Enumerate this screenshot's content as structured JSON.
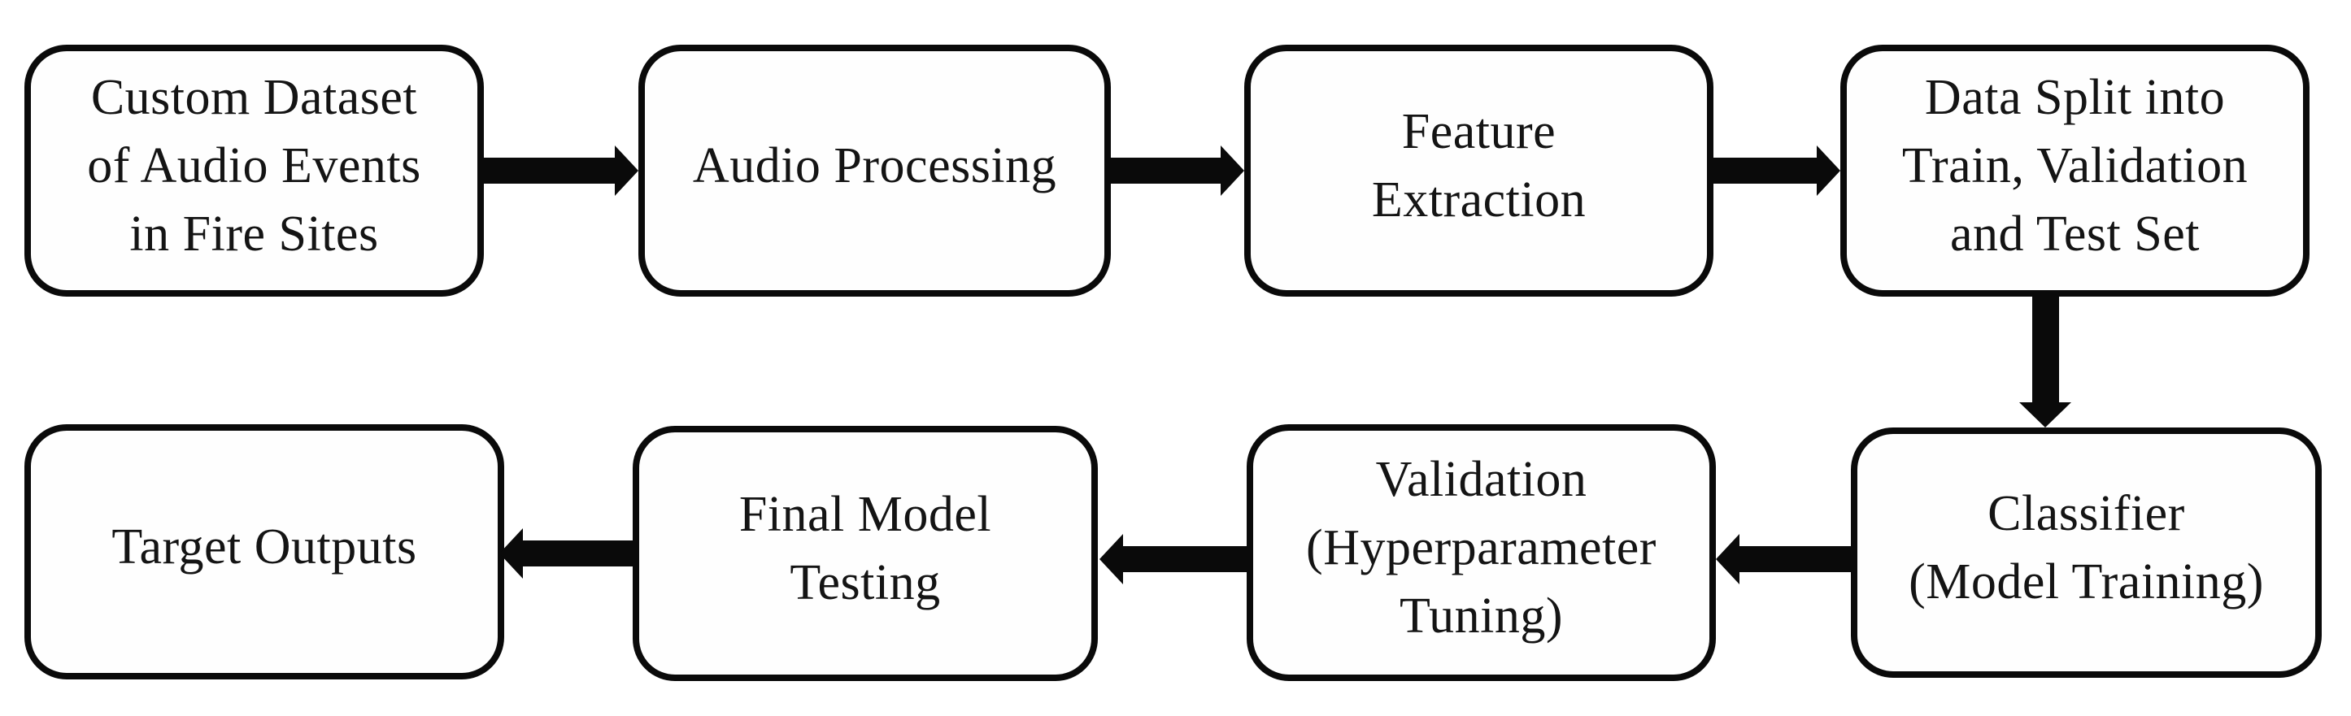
{
  "diagram": {
    "type": "flowchart",
    "colors": {
      "stroke": "#0a0a0a",
      "node_fill": "#fefefe",
      "text": "#141414",
      "background": "#ffffff"
    },
    "nodes": [
      {
        "id": "custom-dataset",
        "label": "Custom Dataset\nof Audio Events\nin Fire Sites"
      },
      {
        "id": "audio-processing",
        "label": "Audio Processing"
      },
      {
        "id": "feature-extraction",
        "label": "Feature\nExtraction"
      },
      {
        "id": "data-split",
        "label": "Data Split into\nTrain, Validation\nand Test Set"
      },
      {
        "id": "classifier",
        "label": "Classifier\n(Model Training)"
      },
      {
        "id": "validation",
        "label": "Validation\n(Hyperparameter\nTuning)"
      },
      {
        "id": "final-model-testing",
        "label": "Final Model\nTesting"
      },
      {
        "id": "target-outputs",
        "label": "Target Outputs"
      }
    ],
    "edges": [
      {
        "from": "custom-dataset",
        "to": "audio-processing",
        "direction": "right"
      },
      {
        "from": "audio-processing",
        "to": "feature-extraction",
        "direction": "right"
      },
      {
        "from": "feature-extraction",
        "to": "data-split",
        "direction": "right"
      },
      {
        "from": "data-split",
        "to": "classifier",
        "direction": "down"
      },
      {
        "from": "classifier",
        "to": "validation",
        "direction": "left"
      },
      {
        "from": "validation",
        "to": "final-model-testing",
        "direction": "left"
      },
      {
        "from": "final-model-testing",
        "to": "target-outputs",
        "direction": "left"
      }
    ]
  }
}
